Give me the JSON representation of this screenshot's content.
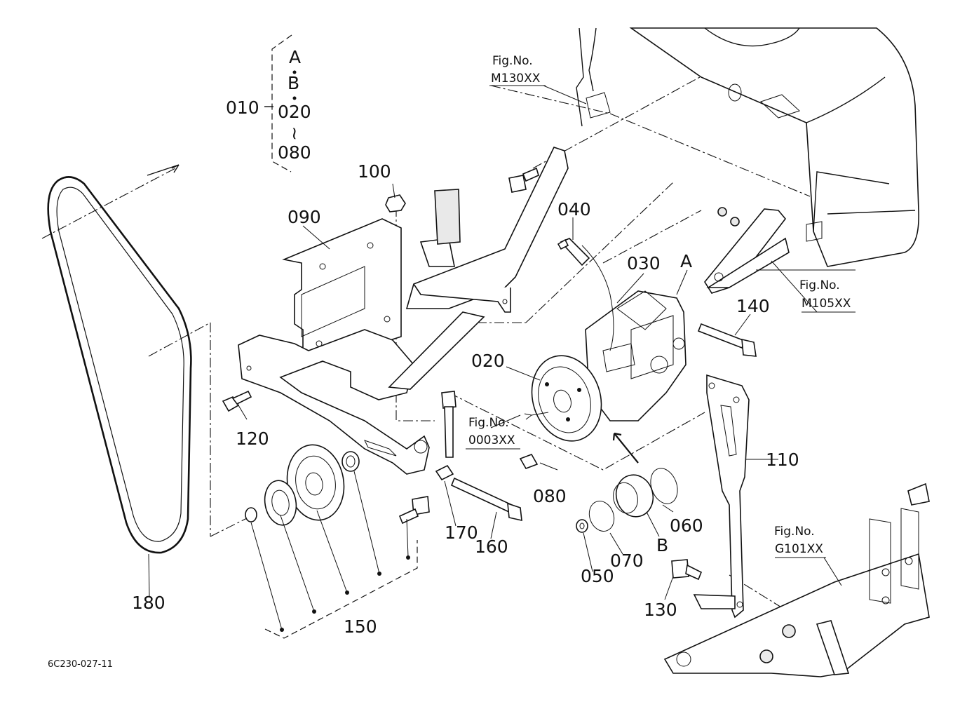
{
  "diagram": {
    "drawing_code": "6C230-027-11",
    "group_label": {
      "part": "010",
      "items": [
        "A",
        "B",
        "020",
        "080"
      ],
      "range_mark": "~"
    },
    "part_labels": {
      "p020": "020",
      "p030": "030",
      "p040": "040",
      "p050": "050",
      "p060": "060",
      "p070": "070",
      "p080": "080",
      "p090": "090",
      "p100": "100",
      "p110": "110",
      "p120": "120",
      "p130": "130",
      "p140": "140",
      "p150": "150",
      "p160": "160",
      "p170": "170",
      "p180": "180",
      "mark_a": "A",
      "mark_b": "B"
    },
    "figure_refs": {
      "m130": {
        "prefix": "Fig.No.",
        "code": "M130XX"
      },
      "m105": {
        "prefix": "Fig.No.",
        "code": "M105XX"
      },
      "f0003": {
        "prefix": "Fig.No.",
        "code": "0003XX"
      },
      "g101": {
        "prefix": "Fig.No.",
        "code": "G101XX"
      }
    }
  }
}
